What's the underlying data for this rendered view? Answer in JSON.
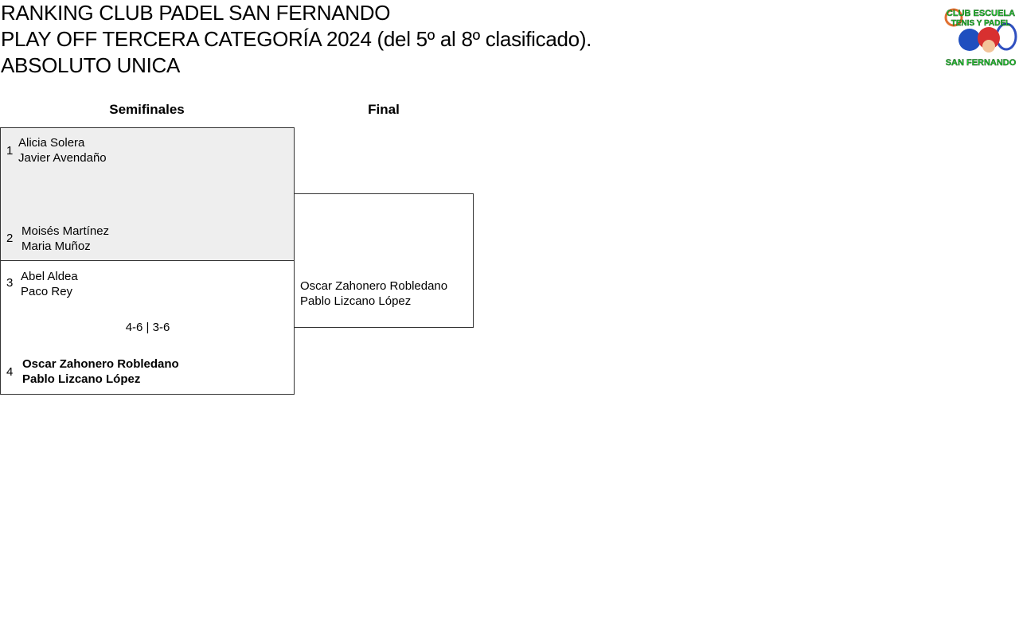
{
  "title": {
    "line1": "RANKING CLUB PADEL SAN FERNANDO",
    "line2": "PLAY OFF TERCERA CATEGORÍA 2024 (del 5º al 8º clasificado).",
    "line3": "ABSOLUTO UNICA"
  },
  "logo": {
    "text_top": "CLUB ESCUELA TENIS Y PADEL",
    "text_bottom": "SAN FERNANDO"
  },
  "rounds": {
    "semis": "Semifinales",
    "final": "Final"
  },
  "semis": [
    {
      "team1": {
        "seed": "1",
        "player1": "Alicia Solera",
        "player2": "Javier Avendaño"
      },
      "team2": {
        "seed": "2",
        "player1": "Moisés Martínez",
        "player2": "Maria Muñoz"
      },
      "score": ""
    },
    {
      "team1": {
        "seed": "3",
        "player1": "Abel Aldea",
        "player2": "Paco Rey"
      },
      "team2": {
        "seed": "4",
        "player1": "Oscar Zahonero Robledano",
        "player2": "Pablo Lizcano López"
      },
      "score": "4-6 | 3-6"
    }
  ],
  "final": {
    "team2": {
      "player1": "Oscar Zahonero Robledano",
      "player2": "Pablo Lizcano López"
    }
  }
}
